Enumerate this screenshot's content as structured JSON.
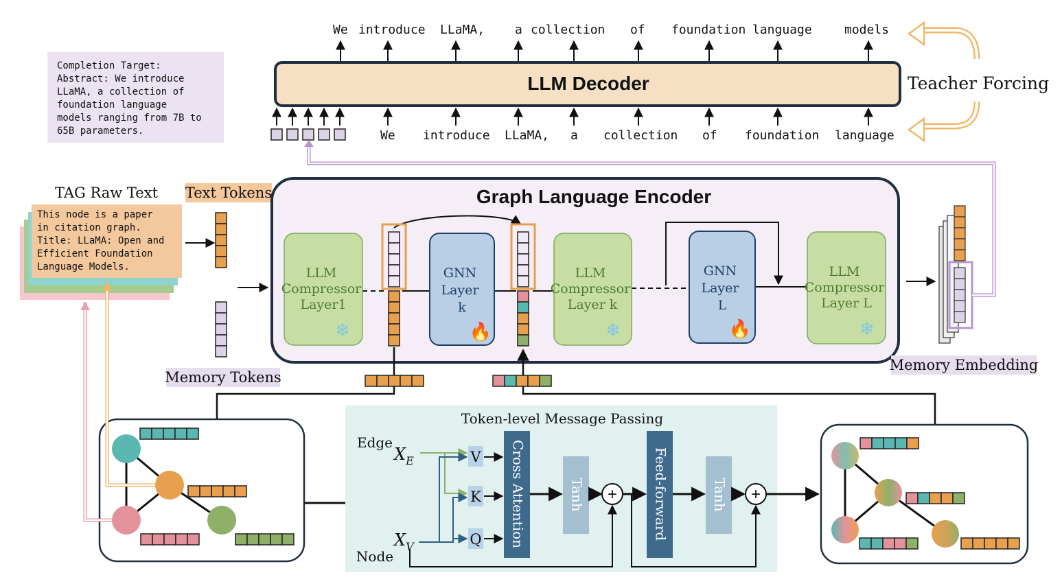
{
  "completion_target": {
    "lines": [
      "Completion Target:",
      "Abstract: We introduce",
      "LLaMA, a collection of",
      "foundation language",
      "models ranging from 7B to",
      "65B parameters."
    ]
  },
  "decoder": {
    "title": "LLM Decoder",
    "output_tokens": [
      "We",
      "introduce",
      "LLaMA,",
      "a",
      "collection",
      "of",
      "foundation",
      "language",
      "models"
    ],
    "input_tokens": [
      "We",
      "introduce",
      "LLaMA,",
      "a",
      "collection",
      "of",
      "foundation",
      "language"
    ],
    "teacher_forcing": "Teacher Forcing"
  },
  "tag": {
    "title": "TAG Raw Text",
    "lines": [
      "This node is a paper",
      "in citation graph.",
      "Title: LLaMA: Open and",
      "Efficient Foundation",
      "Language Models."
    ]
  },
  "labels": {
    "text_tokens": "Text Tokens",
    "memory_tokens": "Memory Tokens",
    "memory_embedding": "Memory Embedding"
  },
  "encoder": {
    "title": "Graph Language Encoder",
    "compressor1": [
      "LLM",
      "Compressor",
      "Layer1"
    ],
    "gnn_k": [
      "GNN",
      "Layer",
      "k"
    ],
    "compressor_k": [
      "LLM",
      "Compressor",
      "Layer k"
    ],
    "gnn_l": [
      "GNN",
      "Layer",
      "L"
    ],
    "compressor_l": [
      "LLM",
      "Compressor",
      "Layer L"
    ]
  },
  "message_passing": {
    "title": "Token-level Message Passing",
    "edge": "Edge",
    "node": "Node",
    "xe": "X",
    "xe_sub": "E",
    "xv": "X",
    "xv_sub": "V",
    "v": "V",
    "k": "K",
    "q": "Q",
    "cross_attention": "Cross Attention",
    "tanh": "Tanh",
    "feed_forward": "Feed-forward",
    "plus": "+"
  },
  "colors": {
    "orange_token": "#e8a04e",
    "teal_token": "#5ab8b0",
    "pink_token": "#e3929c",
    "green_token": "#8fb069",
    "memory_token": "#dcd3e6",
    "decoder_fill": "#f6dfc3",
    "encoder_fill": "#f5eef6",
    "layer_green": "#c6dea3",
    "layer_blue": "#b8cfe6",
    "mp_fill": "#e1f1ef",
    "dark_blue": "#3e6a8c",
    "tanh_fill": "#a4bfcf",
    "teacher_arrow": "#f0b76a",
    "memory_line": "#b796cf",
    "completion_fill": "#ebe3f1",
    "tag_fill": "#f3c89d"
  },
  "icons": {
    "snowflake": "snowflake-icon",
    "fire": "fire-icon"
  }
}
